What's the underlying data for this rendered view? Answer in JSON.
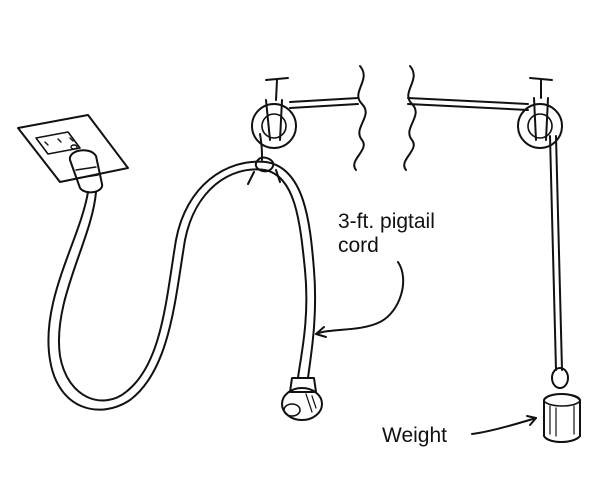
{
  "labels": {
    "cord_line1": "3-ft. pigtail",
    "cord_line2": "cord",
    "weight": "Weight"
  },
  "colors": {
    "ink": "#111111",
    "paper": "#ffffff"
  }
}
